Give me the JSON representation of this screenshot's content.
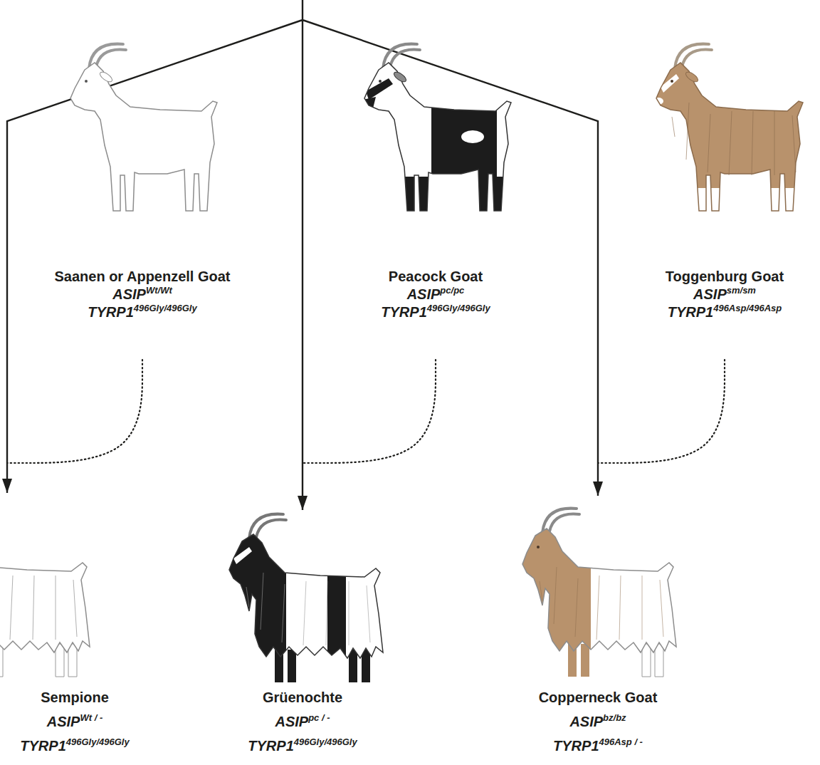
{
  "diagram": {
    "nodes": [
      {
        "text": [
          "Saanen or Appenzell Goat",
          "ASIP",
          "Wt/Wt",
          "TYRP1",
          "496Gly/496Gly"
        ]
      },
      {
        "text": [
          "Peacock Goat",
          "ASIP",
          "pc/pc",
          "TYRP1",
          "496Gly/496Gly"
        ]
      },
      {
        "text": [
          "Toggenburg Goat",
          "ASIP",
          "sm/sm",
          "TYRP1",
          "496Asp/496Asp"
        ]
      },
      {
        "text": [
          "Sempione",
          "ASIP",
          "Wt / -",
          "TYRP1",
          "496Gly/496Gly"
        ]
      },
      {
        "text": [
          "Grüenochte",
          "ASIP",
          "pc / -",
          "TYRP1",
          "496Gly/496Gly"
        ]
      },
      {
        "text": [
          "Copperneck Goat",
          "ASIP",
          "bz/bz",
          "TYRP1",
          "496Asp / -"
        ]
      }
    ],
    "edges": [
      {
        "from": 0,
        "to": 3,
        "arrow": "to"
      },
      {
        "from": 1,
        "to": 4,
        "arrow": "to"
      },
      {
        "from": 2,
        "to": 5,
        "arrow": "to"
      }
    ]
  }
}
